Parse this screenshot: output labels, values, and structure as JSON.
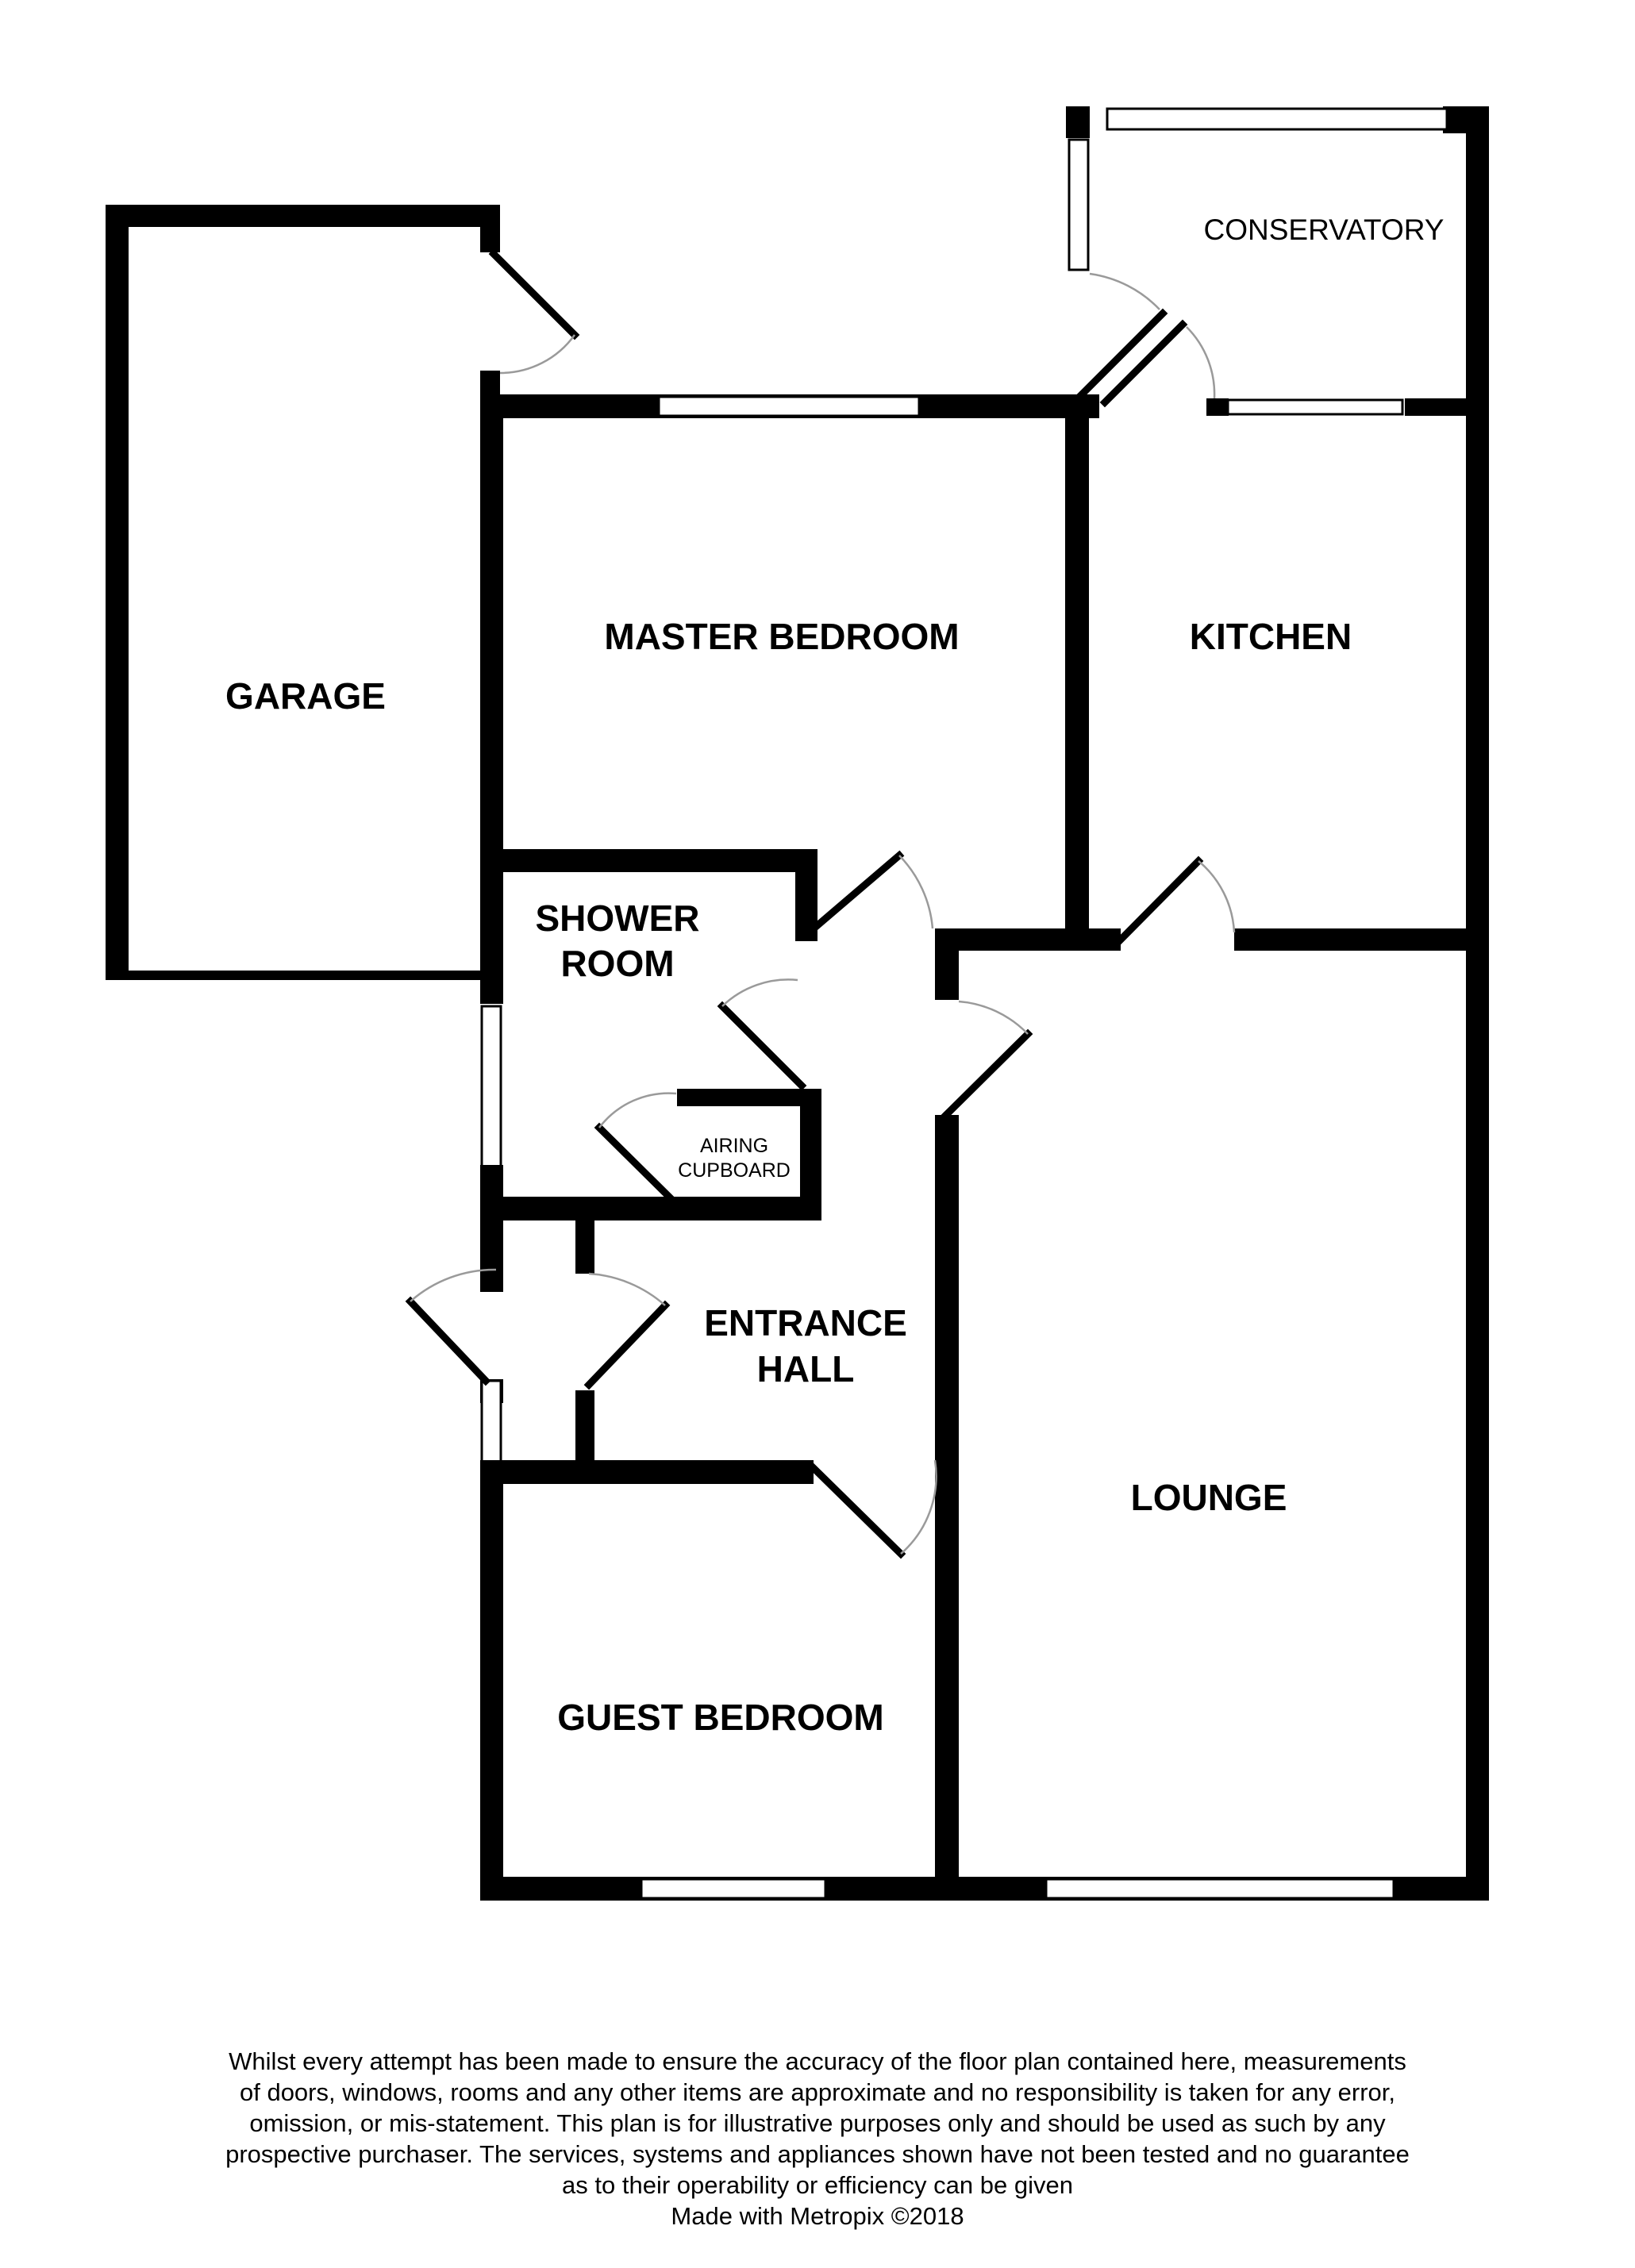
{
  "rooms": {
    "garage": "GARAGE",
    "master_bedroom": "MASTER BEDROOM",
    "kitchen": "KITCHEN",
    "conservatory": "CONSERVATORY",
    "shower_room_line1": "SHOWER",
    "shower_room_line2": "ROOM",
    "airing_cupboard_line1": "AIRING",
    "airing_cupboard_line2": "CUPBOARD",
    "entrance_hall_line1": "ENTRANCE",
    "entrance_hall_line2": "HALL",
    "lounge": "LOUNGE",
    "guest_bedroom": "GUEST BEDROOM"
  },
  "disclaimer": {
    "lines": [
      "Whilst every attempt has been made to ensure the accuracy of the floor plan contained here, measurements",
      "of doors, windows, rooms and any other items are approximate and no responsibility is taken for any error,",
      "omission, or mis-statement. This plan is for illustrative purposes only and should be used as such by any",
      "prospective purchaser. The services, systems and appliances shown have not been tested and no guarantee",
      "as to their operability or efficiency can be given"
    ],
    "credit": "Made with Metropix ©2018"
  },
  "colors": {
    "wall": "#000000",
    "background": "#ffffff",
    "door_arc": "#9a9a9a"
  }
}
